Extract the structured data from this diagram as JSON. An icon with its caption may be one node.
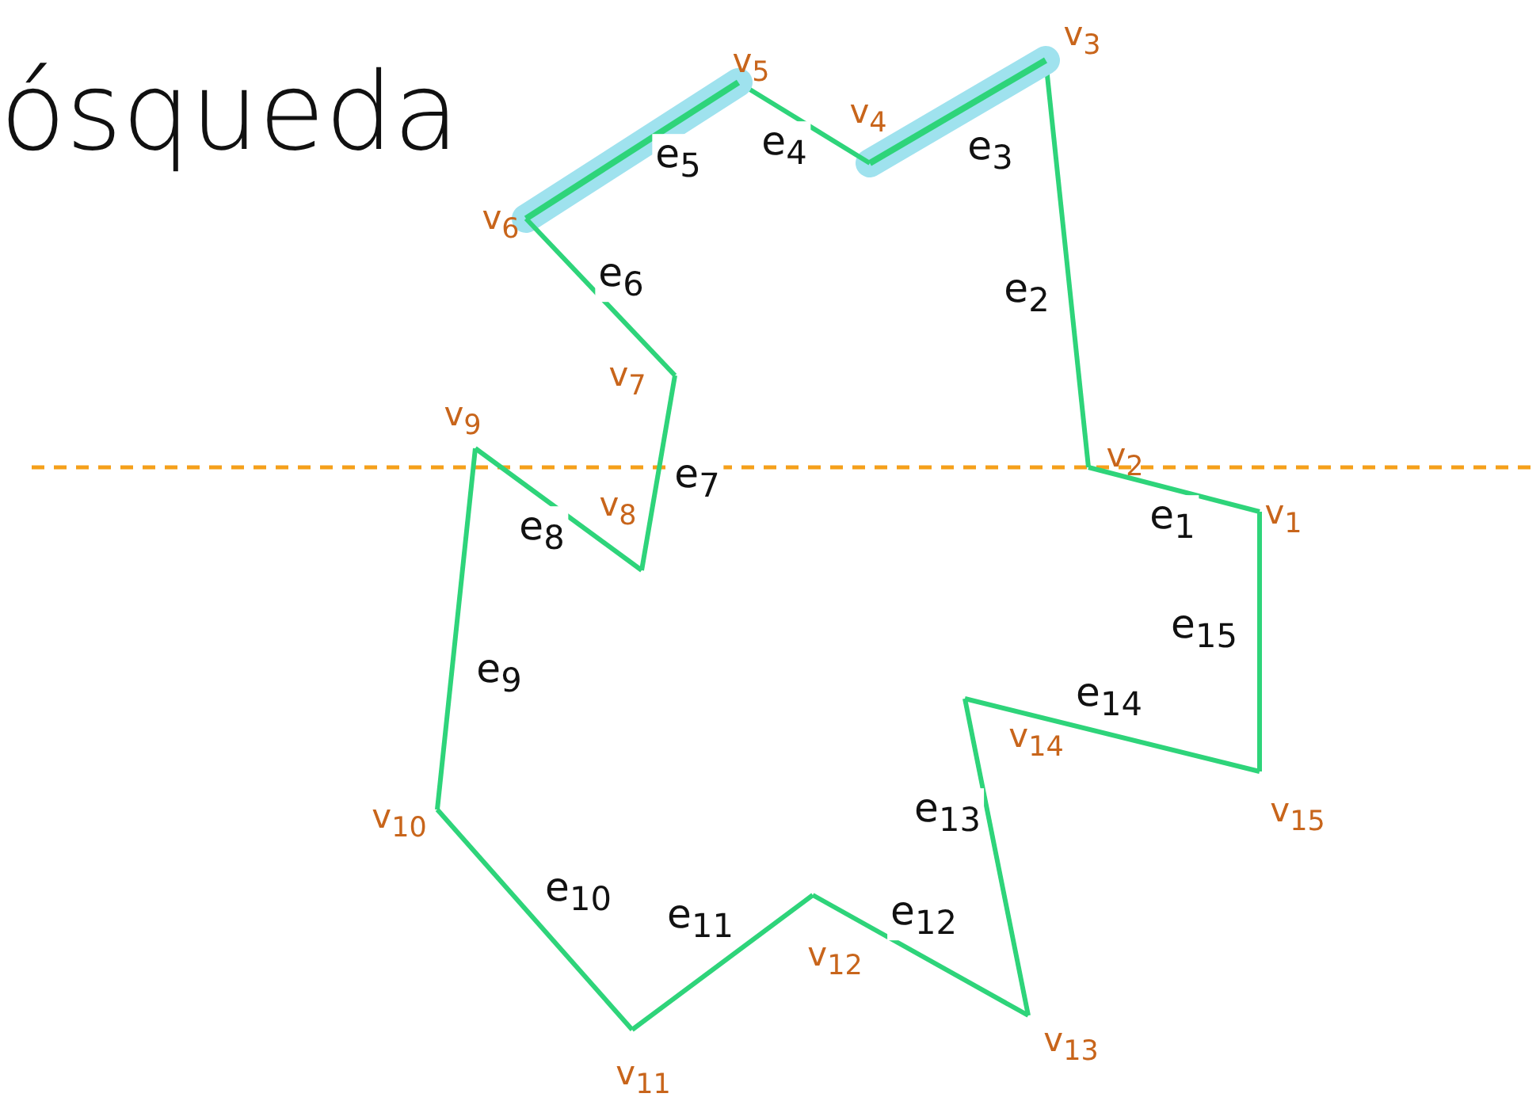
{
  "diagram": {
    "title": "ósqueda",
    "nodes": [
      {
        "text": [
          "v$_{1}$"
        ]
      },
      {
        "text": [
          "v$_{2}$"
        ]
      },
      {
        "text": [
          "v$_{3}$"
        ]
      },
      {
        "text": [
          "v$_{4}$"
        ]
      },
      {
        "text": [
          "v$_{5}$"
        ]
      },
      {
        "text": [
          "v$_{6}$"
        ]
      },
      {
        "text": [
          "v$_{7}$"
        ]
      },
      {
        "text": [
          "v$_{8}$"
        ]
      },
      {
        "text": [
          "v$_{9}$"
        ]
      },
      {
        "text": [
          "v$_{10}$"
        ]
      },
      {
        "text": [
          "v$_{11}$"
        ]
      },
      {
        "text": [
          "v$_{12}$"
        ]
      },
      {
        "text": [
          "v$_{13}$"
        ]
      },
      {
        "text": [
          "v$_{14}$"
        ]
      },
      {
        "text": [
          "v$_{15}$"
        ]
      }
    ],
    "edges": [
      {
        "from": 0,
        "to": 1,
        "arrow": "none",
        "label": "e$_{1}$"
      },
      {
        "from": 1,
        "to": 2,
        "arrow": "none",
        "label": "e$_{2}$"
      },
      {
        "from": 2,
        "to": 3,
        "arrow": "none",
        "label": "e$_{3}$",
        "style": "thick",
        "color": "#9fe2ee"
      },
      {
        "from": 3,
        "to": 4,
        "arrow": "none",
        "label": "e$_{4}$"
      },
      {
        "from": 4,
        "to": 5,
        "arrow": "none",
        "label": "e$_{5}$",
        "style": "thick",
        "color": "#9fe2ee"
      },
      {
        "from": 5,
        "to": 6,
        "arrow": "none",
        "label": "e$_{6}$"
      },
      {
        "from": 6,
        "to": 7,
        "arrow": "none",
        "label": "e$_{7}$"
      },
      {
        "from": 7,
        "to": 8,
        "arrow": "none",
        "label": "e$_{8}$"
      },
      {
        "from": 8,
        "to": 9,
        "arrow": "none",
        "label": "e$_{9}$"
      },
      {
        "from": 9,
        "to": 10,
        "arrow": "none",
        "label": "e$_{10}$"
      },
      {
        "from": 10,
        "to": 11,
        "arrow": "none",
        "label": "e$_{11}$"
      },
      {
        "from": 11,
        "to": 12,
        "arrow": "none",
        "label": "e$_{12}$"
      },
      {
        "from": 12,
        "to": 13,
        "arrow": "none",
        "label": "e$_{13}$"
      },
      {
        "from": 13,
        "to": 14,
        "arrow": "none",
        "label": "e$_{14}$"
      },
      {
        "from": 14,
        "to": 0,
        "arrow": "none",
        "label": "e$_{15}$"
      }
    ]
  }
}
